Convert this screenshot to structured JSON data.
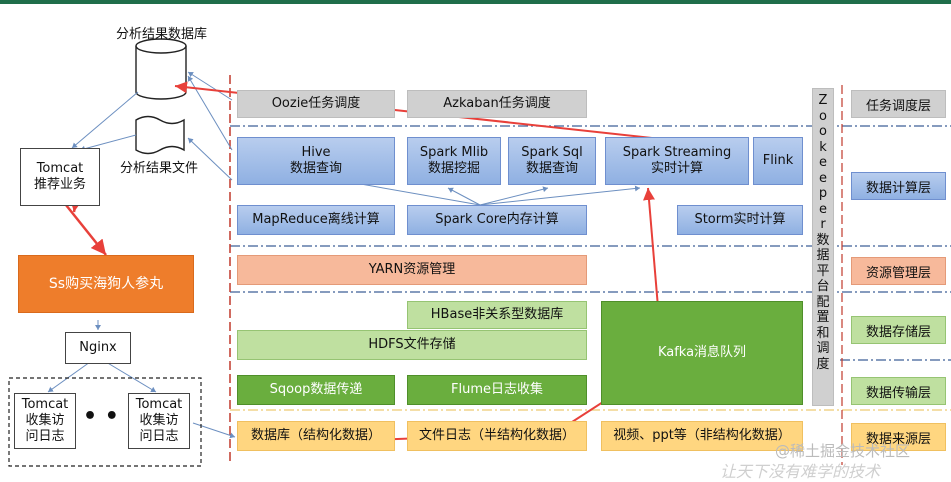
{
  "left": {
    "db_label": "分析结果数据库",
    "file_label": "分析结果文件",
    "tomcat_recommend": "Tomcat\n推荐业务",
    "shop": "Ss购买海狗人参丸",
    "nginx": "Nginx",
    "tomcat_log_1": "Tomcat\n收集访\n问日志",
    "tomcat_log_2": "Tomcat\n收集访\n问日志",
    "dots": "• • •"
  },
  "schedule": {
    "oozie": "Oozie任务调度",
    "azkaban": "Azkaban任务调度"
  },
  "compute": {
    "hive": "Hive\n数据查询",
    "spark_mlib": "Spark Mlib\n数据挖掘",
    "spark_sql": "Spark Sql\n数据查询",
    "spark_streaming": "Spark Streaming\n实时计算",
    "flink": "Flink",
    "mapreduce": "MapReduce离线计算",
    "spark_core": "Spark Core内存计算",
    "storm": "Storm实时计算"
  },
  "resource": {
    "yarn": "YARN资源管理"
  },
  "storage": {
    "hbase": "HBase非关系型数据库",
    "hdfs": "HDFS文件存储",
    "kafka": "Kafka消息队列"
  },
  "transfer": {
    "sqoop": "Sqoop数据传递",
    "flume": "Flume日志收集"
  },
  "source": {
    "db": "数据库（结构化数据）",
    "log": "文件日志（半结构化数据）",
    "video": "视频、ppt等（非结构化数据）"
  },
  "zookeeper": {
    "letters": [
      "Z",
      "o",
      "o",
      "k",
      "e",
      "e",
      "p",
      "e",
      "r",
      "数",
      "据",
      "平",
      "台",
      "配",
      "置",
      "和",
      "调",
      "度"
    ]
  },
  "layers": {
    "schedule": "任务调度层",
    "compute": "数据计算层",
    "resource": "资源管理层",
    "storage": "数据存储层",
    "transfer": "数据传输层",
    "source": "数据来源层"
  },
  "watermark": {
    "line1": "@稀土掘金技术社区",
    "line2": "让天下没有难学的技术"
  },
  "colors": {
    "arrow_red": "#e8403a",
    "arrow_gray": "#6c8fc0",
    "divider_blue": "#3d5f96",
    "divider_red": "#c0392b"
  }
}
